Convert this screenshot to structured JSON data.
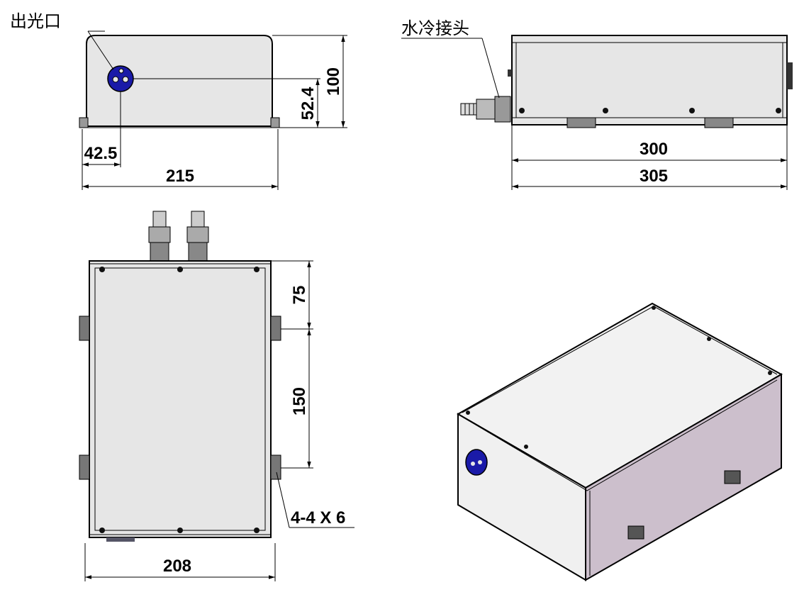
{
  "labels": {
    "output_port": "出光口",
    "water_cooling_connector": "水冷接头",
    "mounting_holes": "4-4 X 6"
  },
  "dimensions": {
    "front_width": "215",
    "front_height": "100",
    "port_height": "52.4",
    "port_offset": "42.5",
    "side_inner_length": "300",
    "side_outer_length": "305",
    "top_width": "208",
    "top_spacing_1": "75",
    "top_spacing_2": "150"
  },
  "colors": {
    "panel": "#e6e6e6",
    "side_panel": "#ccbfcc",
    "port": "#1a1aa8",
    "line": "#000000"
  }
}
